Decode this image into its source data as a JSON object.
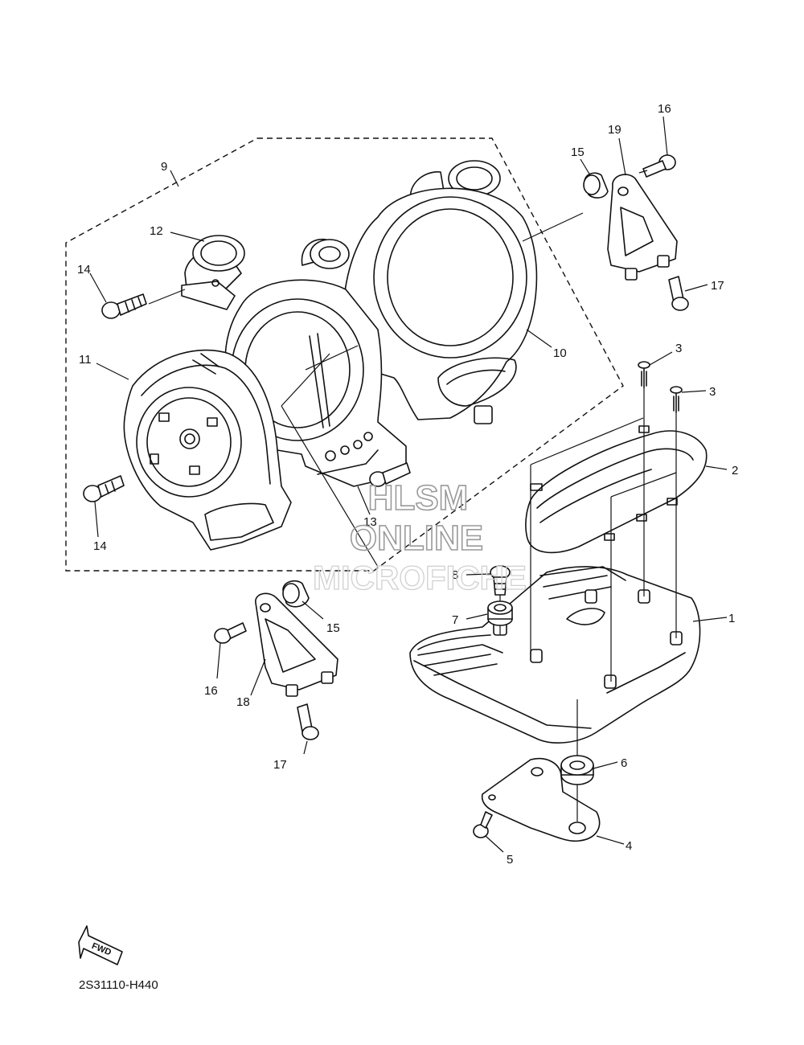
{
  "diagram": {
    "callouts": [
      "1",
      "2",
      "3",
      "3",
      "4",
      "5",
      "6",
      "7",
      "8",
      "9",
      "10",
      "11",
      "12",
      "13",
      "14",
      "14",
      "15",
      "15",
      "16",
      "16",
      "17",
      "17",
      "18",
      "19"
    ],
    "watermark": {
      "line1": "HLSM",
      "line2": "ONLINE",
      "line3": "MICROFICHE"
    },
    "direction_badge": "FWD",
    "drawing_code": "2S31110-H440"
  },
  "colors": {
    "line": "#111111",
    "watermark": "#9a9a9a",
    "background": "#ffffff"
  }
}
